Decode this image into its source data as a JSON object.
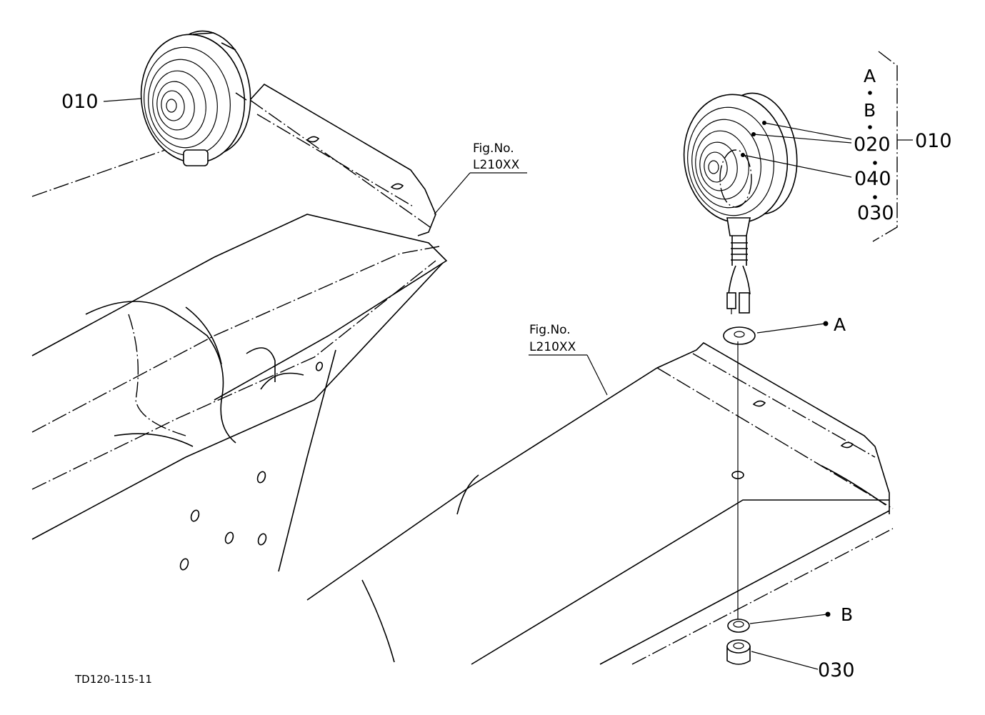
{
  "labels": {
    "left_lamp_part": "010",
    "fig_ref_left_1": "Fig.No.",
    "fig_ref_left_2": "L210XX",
    "fig_ref_right_1": "Fig.No.",
    "fig_ref_right_2": "L210XX",
    "group_A": "A",
    "group_B": "B",
    "part_020": "020",
    "part_040": "040",
    "part_030_group": "030",
    "part_010_group": "010",
    "callout_A": "A",
    "callout_B": "B",
    "part_030_nut": "030",
    "drawing_code": "TD120-115-11"
  }
}
